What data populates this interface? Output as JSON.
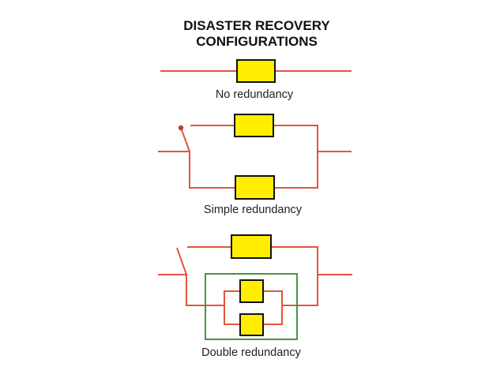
{
  "title": {
    "line1": "DISASTER RECOVERY",
    "line2": "CONFIGURATIONS"
  },
  "configurations": [
    {
      "caption": "No redundancy"
    },
    {
      "caption": "Simple redundancy"
    },
    {
      "caption": "Double redundancy"
    }
  ],
  "colors": {
    "wire": "#e2553a",
    "component_fill": "#ffee00",
    "component_border": "#111111",
    "group_frame": "#3f9a3a",
    "switch_contact": "#c9372c"
  }
}
